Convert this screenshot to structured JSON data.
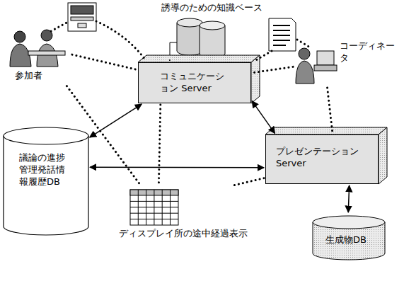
{
  "diagram": {
    "nodes": [
      {
        "text": [
          "誘導のための知識ベース"
        ]
      },
      {
        "text": [
          "参加者"
        ]
      },
      {
        "text": [
          "コミュニケーション Server"
        ]
      },
      {
        "text": [
          "コーディネータ"
        ]
      },
      {
        "text": [
          "議論の進捗管理発話情報履歴DB"
        ]
      },
      {
        "text": [
          "プレゼンテーション Server"
        ]
      },
      {
        "text": [
          "ディスプレイ所の途中経過表示"
        ]
      },
      {
        "text": [
          "生成物DB"
        ]
      }
    ],
    "edges": [
      {
        "from": 0,
        "to": 2,
        "arrow": "none"
      },
      {
        "from": 1,
        "to": 2,
        "arrow": "none"
      },
      {
        "from": 3,
        "to": 2,
        "arrow": "none"
      },
      {
        "from": 4,
        "to": 2,
        "arrow": "both"
      },
      {
        "from": 4,
        "to": 5,
        "arrow": "both"
      },
      {
        "from": 2,
        "to": 5,
        "arrow": "both"
      },
      {
        "from": 5,
        "to": 7,
        "arrow": "both"
      },
      {
        "from": 1,
        "to": 6,
        "arrow": "none"
      },
      {
        "from": 2,
        "to": 6,
        "arrow": "none"
      },
      {
        "from": 5,
        "to": 6,
        "arrow": "none"
      },
      {
        "from": 3,
        "to": 5,
        "arrow": "none"
      }
    ]
  }
}
